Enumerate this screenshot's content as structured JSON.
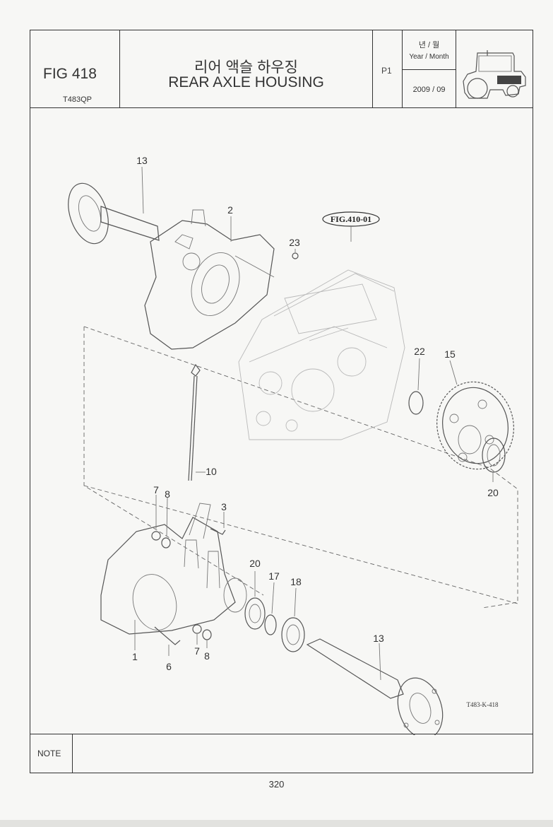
{
  "header": {
    "fig_number": "FIG 418",
    "model_code": "T483QP",
    "title_ko": "리어 액슬 하우징",
    "title_en": "REAR AXLE HOUSING",
    "page_ref": "P1",
    "date_label_ko": "년 / 월",
    "date_label_en": "Year / Month",
    "date_value": "2009  / 09",
    "logo_icon": "tractor-icon"
  },
  "drawing": {
    "reference_box": "FIG.410-01",
    "drawing_number": "T483-K-418",
    "callouts": [
      {
        "id": "c13a",
        "label": "13"
      },
      {
        "id": "c2",
        "label": "2"
      },
      {
        "id": "c23",
        "label": "23"
      },
      {
        "id": "c22",
        "label": "22"
      },
      {
        "id": "c15",
        "label": "15"
      },
      {
        "id": "c10",
        "label": "10"
      },
      {
        "id": "c20a",
        "label": "20"
      },
      {
        "id": "c7a",
        "label": "7"
      },
      {
        "id": "c8a",
        "label": "8"
      },
      {
        "id": "c3",
        "label": "3"
      },
      {
        "id": "c20b",
        "label": "20"
      },
      {
        "id": "c17",
        "label": "17"
      },
      {
        "id": "c18",
        "label": "18"
      },
      {
        "id": "c13b",
        "label": "13"
      },
      {
        "id": "c1",
        "label": "1"
      },
      {
        "id": "c6",
        "label": "6"
      },
      {
        "id": "c7b",
        "label": "7"
      },
      {
        "id": "c8b",
        "label": "8"
      }
    ]
  },
  "note": {
    "label": "NOTE",
    "content": ""
  },
  "footer": {
    "page_number": "320"
  }
}
